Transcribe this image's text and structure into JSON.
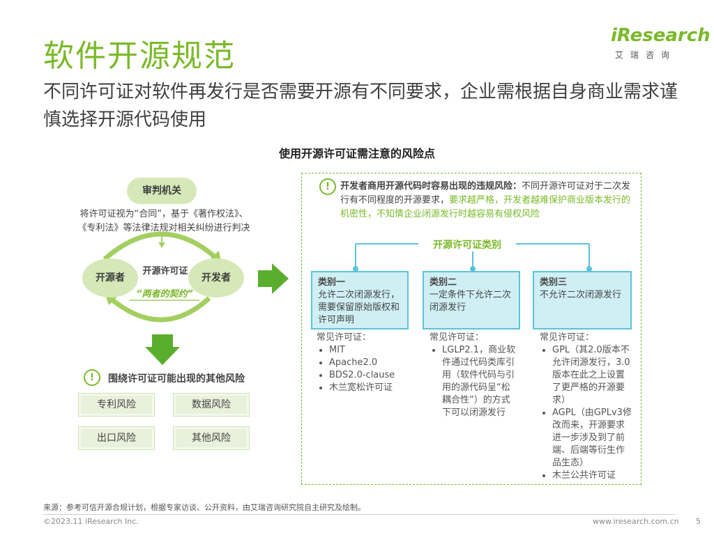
{
  "header": {
    "title": "软件开源规范",
    "subtitle": "不同许可证对软件再发行是否需要开源有不同要求，企业需根据自身商业需求谨慎选择开源代码使用",
    "logo_brand": "iResearch",
    "logo_cn": "艾瑞咨询"
  },
  "section_title": "使用开源许可证需注意的风险点",
  "left": {
    "judge": "审判机关",
    "judge_text_1": "将许可证视为“合同”，基于《著作权法》、",
    "judge_text_2": "《专利法》等法律法规对相关纠纷进行判决",
    "open_source_party": "开源者",
    "developer_party": "开发者",
    "license_label": "开源许可证",
    "contract": "“两者的契约”",
    "other_risks_title": "围绕许可证可能出现的其他风险",
    "risks": [
      "专利风险",
      "数据风险",
      "出口风险",
      "其他风险"
    ]
  },
  "right": {
    "dev_risk_bold": "开发者商用开源代码时容易出现的违规风险：",
    "dev_risk_text1": "不同开源许可证对于二次发行有不同程度的开源要求，",
    "dev_risk_green": "要求越严格，开发者越难保护商业版本发行的机密性，不知情企业闭源发行时越容易有侵权风险",
    "category_title": "开源许可证类别",
    "categories": [
      {
        "name": "类别一",
        "desc": "允许二次闭源发行，需要保留原始版权和许可声明",
        "common_label": "常见许可证：",
        "items": [
          "MIT",
          "Apache2.0",
          "BDS2.0-clause",
          "木兰宽松许可证"
        ]
      },
      {
        "name": "类别二",
        "desc": "一定条件下允许二次闭源发行",
        "common_label": "常见许可证：",
        "items": [
          "LGLP2.1，商业软件通过代码类库引用（软件代码与引用的源代码呈“松耦合性”）的方式下可以闭源发行"
        ]
      },
      {
        "name": "类别三",
        "desc": "不允许二次闭源发行",
        "common_label": "常见许可证：",
        "items": [
          "GPL（其2.0版本不允许闭源发行，3.0版本在此之上设置了更严格的开源要求）",
          "AGPL（由GPLv3修改而来，开源要求进一步涉及到了前端、后端等衍生作品生态）",
          "木兰公共许可证"
        ]
      }
    ]
  },
  "footer": {
    "source": "来源：参考可信开源合规计划，根据专家访谈、公开资料，由艾瑞咨询研究院自主研究及绘制。",
    "copyright": "©2023.11 iResearch Inc.",
    "website": "www.iresearch.com.cn",
    "page": "5"
  },
  "colors": {
    "accent_green": "#7ab928",
    "cyan": "#5bc3d6"
  }
}
